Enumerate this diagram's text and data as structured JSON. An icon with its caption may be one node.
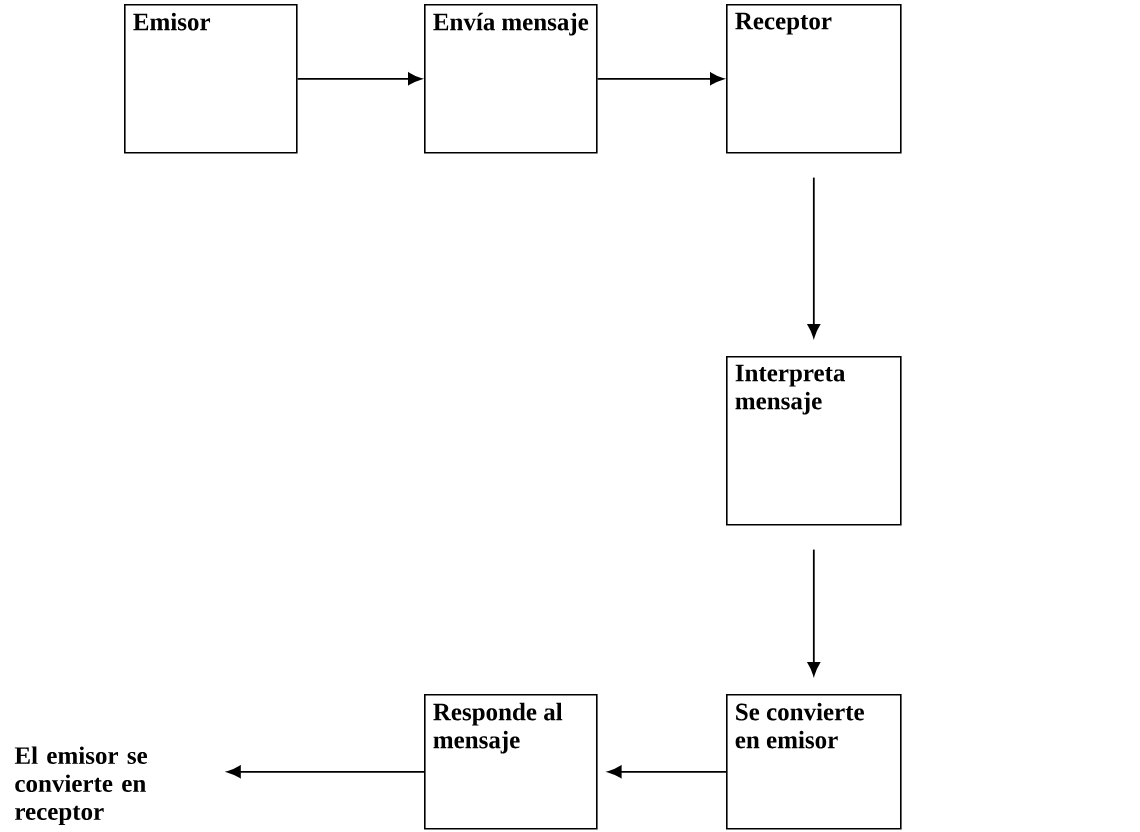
{
  "diagram": {
    "nodes": [
      {
        "text": [
          "Emisor"
        ]
      },
      {
        "text": [
          "Envía mensaje"
        ]
      },
      {
        "text": [
          "Receptor"
        ]
      },
      {
        "text": [
          "Interpreta mensaje"
        ]
      },
      {
        "text": [
          "Se convierte en emisor"
        ]
      },
      {
        "text": [
          "Responde al mensaje"
        ]
      },
      {
        "text": [
          "El emisor se convierte en receptor"
        ]
      }
    ],
    "edges": [
      {
        "from": 0,
        "to": 1,
        "arrow": "to"
      },
      {
        "from": 1,
        "to": 2,
        "arrow": "to"
      },
      {
        "from": 2,
        "to": 3,
        "arrow": "to"
      },
      {
        "from": 3,
        "to": 4,
        "arrow": "to"
      },
      {
        "from": 4,
        "to": 5,
        "arrow": "to"
      },
      {
        "from": 5,
        "to": 6,
        "arrow": "to"
      }
    ]
  }
}
